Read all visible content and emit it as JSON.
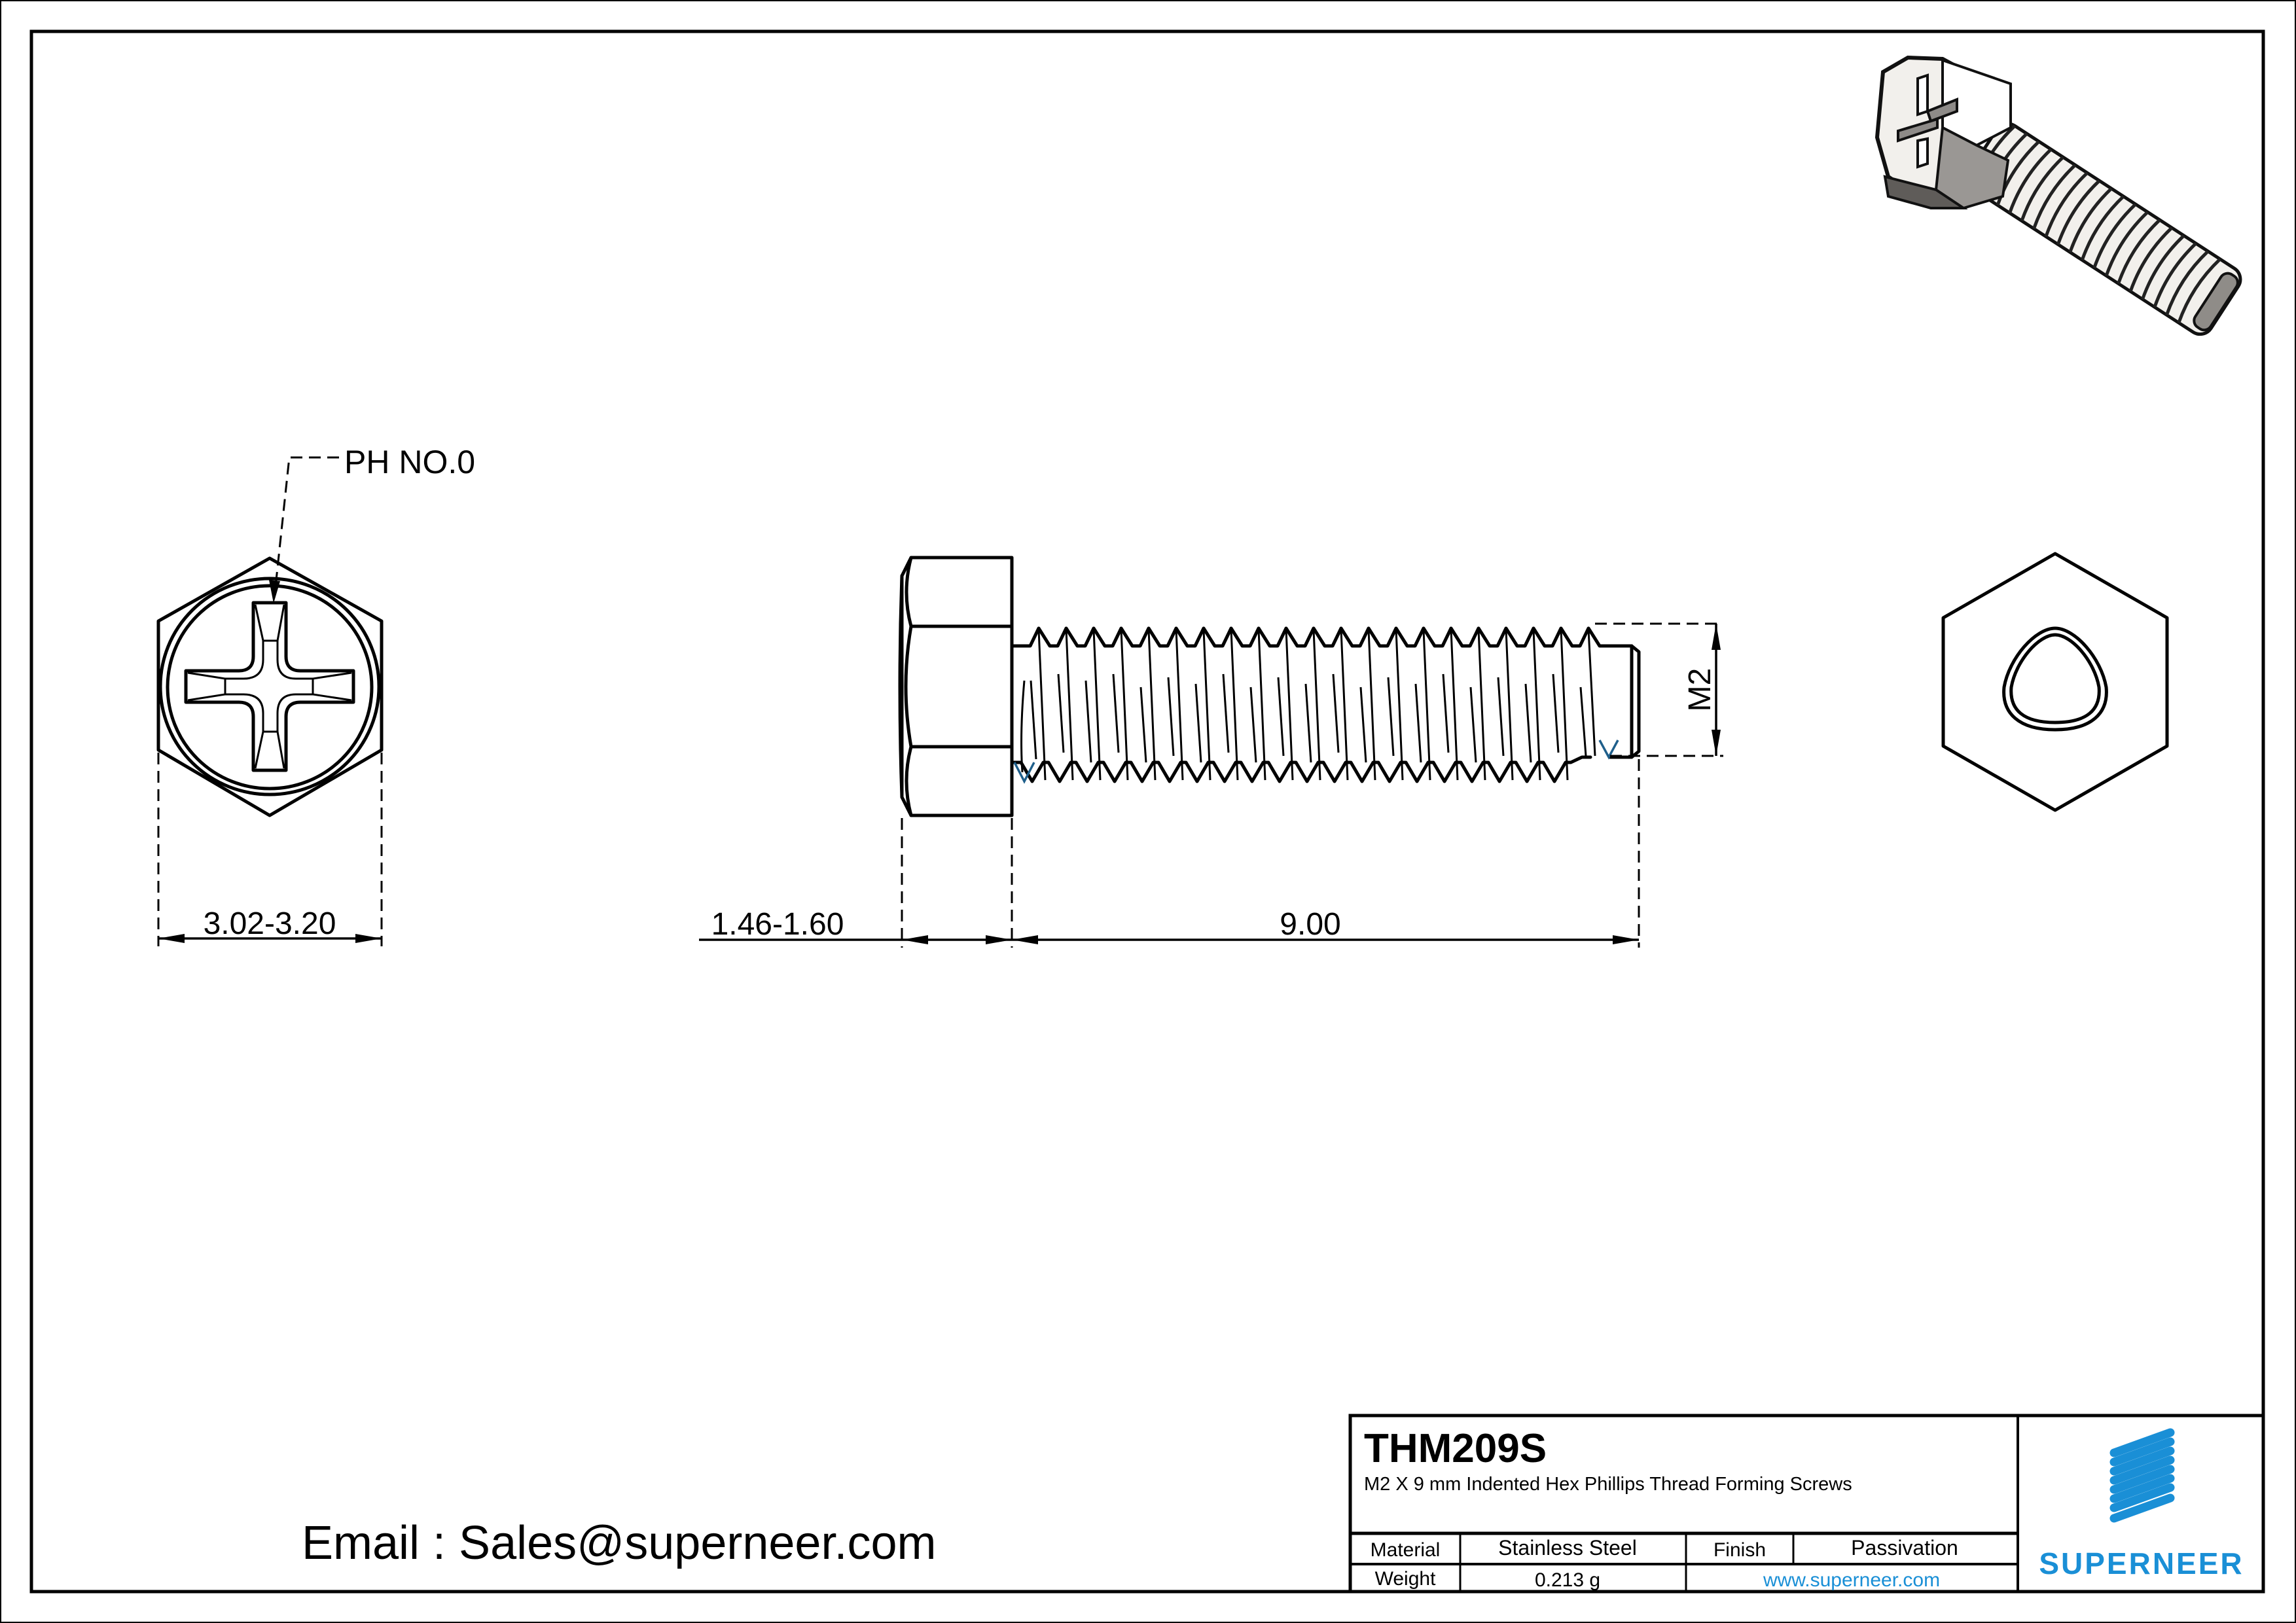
{
  "drawing": {
    "views": {
      "head_top": {
        "callout": "PH NO.0",
        "width_dimension": "3.02-3.20"
      },
      "side": {
        "head_height_dimension": "1.46-1.60",
        "length_dimension": "9.00",
        "thread_dimension": "M2"
      },
      "end": {
        "profile": "trilobular"
      },
      "isometric": {
        "description": "3D render of indented hex phillips thread forming screw"
      }
    },
    "contact": {
      "email_line": "Email : Sales@superneer.com"
    }
  },
  "title_block": {
    "part_number": "THM209S",
    "description": "M2 X 9 mm Indented Hex Phillips Thread Forming Screws",
    "rows": [
      {
        "label": "Material",
        "value": "Stainless Steel",
        "label2": "Finish",
        "value2": "Passivation"
      },
      {
        "label": "Weight",
        "value": "0.213 g",
        "link": "www.superneer.com"
      }
    ],
    "logo": {
      "brand": "SUPERNEER",
      "icon": "striped-parallelogram-logo-icon"
    }
  },
  "colors": {
    "brand_blue": "#1a8fd6",
    "thread_start_blue": "#1f5f8b",
    "line": "#000000",
    "background": "#ffffff"
  }
}
